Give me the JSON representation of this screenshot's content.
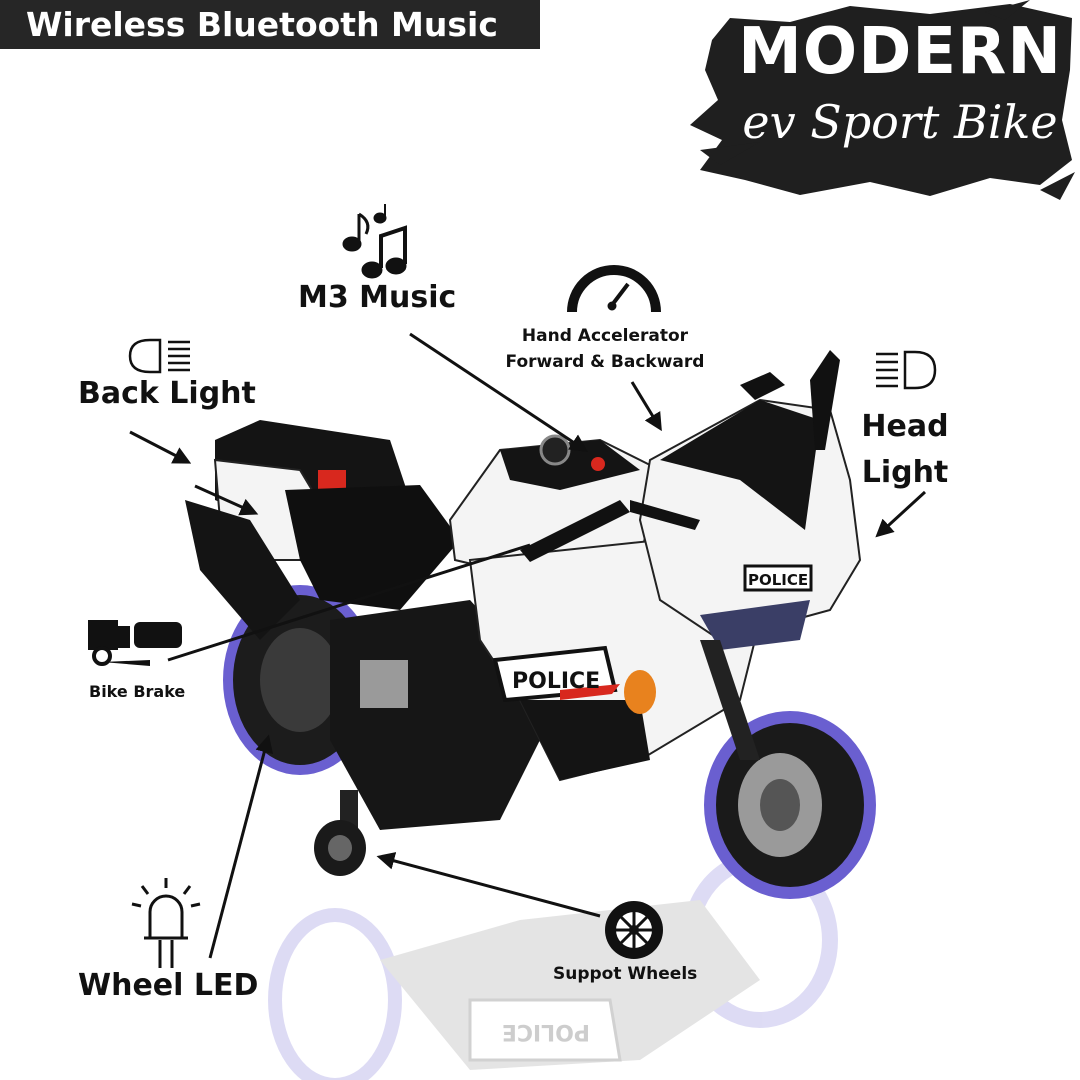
{
  "banner": {
    "text": "Wireless Bluetooth Music"
  },
  "brand": {
    "title": "MODERN",
    "subtitle": "ev Sport Bike"
  },
  "bike": {
    "front_badge": "POLICE",
    "side_badge": "POLICE",
    "reflection_badge": "POLICE"
  },
  "features": {
    "music": {
      "label": "M3 Music",
      "icon": "music-notes-icon"
    },
    "accelerator": {
      "line1": "Hand Accelerator",
      "line2": "Forward & Backward",
      "icon": "speedometer-icon"
    },
    "back_light": {
      "label": "Back Light",
      "icon": "back-light-icon"
    },
    "head_light": {
      "line1": "Head",
      "line2": "Light",
      "icon": "headlight-icon"
    },
    "brake": {
      "label": "Bike Brake",
      "icon": "brake-lever-icon"
    },
    "wheel_led": {
      "label": "Wheel LED",
      "icon": "led-bulb-icon"
    },
    "support_wheels": {
      "label": "Suppot Wheels",
      "icon": "wheel-icon"
    }
  },
  "colors": {
    "banner_bg": "#262626",
    "accent_led": "#6a5fd0",
    "bike_white": "#f4f4f4",
    "bike_black": "#141414",
    "indicator_orange": "#e8821e",
    "badge_red": "#d8281e"
  }
}
